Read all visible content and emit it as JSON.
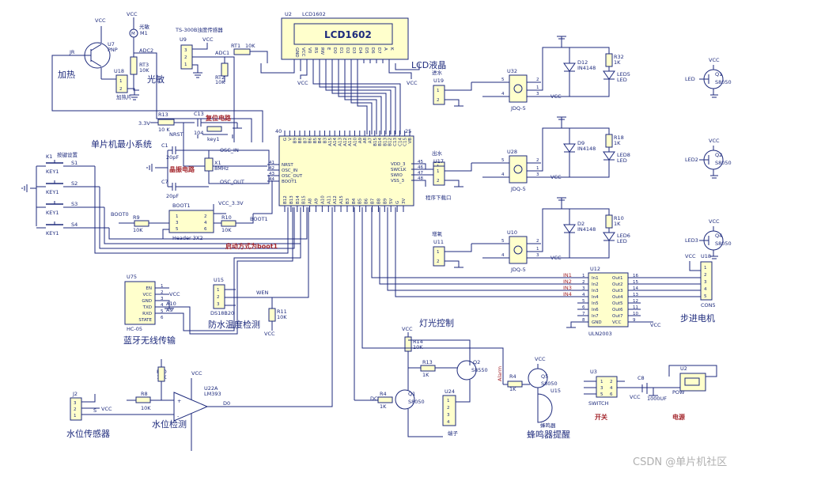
{
  "lcd": {
    "ref": "U2",
    "name": "LCD1602",
    "title": "LCD1602",
    "label": "LCD液晶",
    "pins": [
      "GND",
      "VCC",
      "V0",
      "RS",
      "RW",
      "E",
      "D0",
      "D1",
      "D2",
      "D3",
      "D4",
      "D5",
      "D6",
      "D7",
      "A",
      "K"
    ]
  },
  "heater": {
    "ref": "U7",
    "type": "PNP",
    "label": "加热",
    "jr": "JR",
    "header_ref": "U18",
    "header_name": "加热片"
  },
  "light": {
    "ref": "光敏",
    "motor": "M1",
    "res_ref": "RT3",
    "res_val": "10K",
    "adc": "ADC2",
    "label": "光敏"
  },
  "turbidity": {
    "ref": "U9",
    "title": "TS-300B浊度传感器",
    "adc": "ADC1",
    "r1": "RT1",
    "r1v": "10K",
    "r2": "RT2",
    "r2v": "10K"
  },
  "mcu": {
    "label": "单片机最小系统",
    "left_pins": [
      "NRST",
      "OSC_IN",
      "OSC_OUT",
      "BOOT1"
    ],
    "left_nums": [
      "41",
      "42",
      "43",
      "44"
    ],
    "right_pins": [
      "VDD_3",
      "SWCLK",
      "SWIO",
      "VSS_3"
    ],
    "right_nums": [
      "45",
      "46",
      "47",
      "48"
    ],
    "top_pins": [
      "G",
      "V",
      "B9",
      "B8",
      "B7",
      "B6",
      "B5",
      "B4",
      "B3",
      "A15",
      "A14",
      "A13",
      "A12",
      "A11",
      "A10",
      "A9",
      "A8",
      "A7",
      "B15",
      "B14",
      "B13",
      "B12",
      "C13",
      "C14",
      "C15",
      "VB"
    ],
    "bottom_pins": [
      "B12",
      "B13",
      "B14",
      "B15",
      "A8",
      "A9",
      "A10",
      "A11",
      "A12",
      "A15",
      "B3",
      "B4",
      "B5",
      "B6",
      "B7",
      "B8",
      "B9",
      "5V",
      "G",
      "3V"
    ],
    "nrst": "NRST",
    "osc_in": "OSC_IN",
    "osc_out": "OSC_OUT"
  },
  "reset": {
    "label": "复位电路",
    "r_ref": "R13",
    "r_val": "10 K",
    "c_ref": "C13",
    "c_val": "104",
    "key": "key1",
    "supply": "3.3V"
  },
  "crystal": {
    "label": "晶振电路",
    "ref": "X1",
    "freq": "8MHz",
    "c1": "C1",
    "c1v": "20pF",
    "c2": "C7",
    "c2v": "20pF"
  },
  "keys": {
    "label": "按键设置",
    "k1": "K1",
    "names": [
      "KEY1",
      "KEY1",
      "KEY1",
      "KEY1"
    ],
    "nets": [
      "S1",
      "S2",
      "S3",
      "S4"
    ]
  },
  "boot": {
    "ref": "BOOT1",
    "header": "Header 3X2",
    "r9": "R9",
    "r9v": "10K",
    "r10": "R10",
    "r10v": "10K",
    "boot0": "BOOT0",
    "boot1": "BOOT1",
    "vcc": "VCC_3.3V",
    "label": "启动方式为boot1"
  },
  "bluetooth": {
    "ref": "U75",
    "model": "HC-05",
    "pins": [
      "EN",
      "VCC",
      "GND",
      "TXD",
      "RXD",
      "STATE"
    ],
    "nets": [
      "A10",
      "A9"
    ],
    "label": "蓝牙无线传输"
  },
  "temp": {
    "ref": "U15",
    "model": "DS18B20",
    "r": "R11",
    "rv": "10K",
    "net": "WEN",
    "label": "防水温度检测"
  },
  "water": {
    "ref": "J2",
    "label": "水位传感器",
    "r8": "R8",
    "r8v": "10K",
    "r10": "R10",
    "r10v": "10K",
    "amp": "U22A",
    "amp_model": "LM393",
    "out": "D0",
    "det": "水位检测",
    "net": "S"
  },
  "lighting": {
    "label": "灯光控制",
    "r14": "R14",
    "r14v": "10K",
    "r13": "R13",
    "r13v": "1K",
    "q2": "Q2",
    "q2m": "S8550",
    "q1": "Q1",
    "q1m": "S8050",
    "r4": "R4",
    "r4v": "1K",
    "dc": "DC",
    "u24": "U24",
    "u24n": "端子"
  },
  "buzzer": {
    "label": "蜂鸣器提醒",
    "net": "Alarm",
    "r4": "R4",
    "r4v": "1K",
    "q5": "Q5",
    "q5m": "S8050",
    "u15": "U15",
    "name": "蜂鸣器"
  },
  "relays": [
    {
      "ref": "U32",
      "model": "JDQ-5",
      "conn": "U19",
      "d": "D12",
      "dm": "IN4148",
      "r": "R32",
      "rv": "1K",
      "led": "LED5",
      "q": "Q1",
      "qm": "S8050",
      "qled": "LED",
      "label": "进水"
    },
    {
      "ref": "U28",
      "model": "JDQ-5",
      "conn": "U17",
      "d": "D9",
      "dm": "IN4148",
      "r": "R18",
      "rv": "1K",
      "led": "LED8",
      "q": "Q2",
      "qm": "S8050",
      "qled": "LED2",
      "label": "出水"
    },
    {
      "ref": "U10",
      "model": "JDQ-5",
      "conn": "U11",
      "d": "D2",
      "dm": "IN4148",
      "r": "R10",
      "rv": "1K",
      "led": "LED6",
      "q": "Q4",
      "qm": "S8050",
      "qled": "LED3",
      "label": "增氧"
    }
  ],
  "program": {
    "label": "程序下载口"
  },
  "stepper": {
    "ref": "U12",
    "model": "ULN2003",
    "conn": "U18",
    "conn_model": "CON5",
    "label": "步进电机",
    "ins": [
      "In1",
      "In2",
      "In3",
      "In4",
      "In5",
      "In6",
      "In7",
      "GND"
    ],
    "outs": [
      "Out1",
      "Out2",
      "Out3",
      "Out4",
      "Out5",
      "Out6",
      "Out7",
      "VCC"
    ],
    "nets": [
      "IN1",
      "IN2",
      "IN3",
      "IN4"
    ],
    "lnums": [
      "1",
      "2",
      "3",
      "4",
      "5",
      "6",
      "7",
      "8"
    ],
    "rnums": [
      "16",
      "15",
      "14",
      "13",
      "12",
      "11",
      "10",
      "9"
    ]
  },
  "power": {
    "switch_ref": "U3",
    "switch_name": "SWITCH",
    "switch_label": "开关",
    "cap_ref": "C8",
    "cap_val": "1000UF",
    "jack_ref": "U2",
    "jack_name": "POW",
    "label": "电源"
  },
  "vcc": "VCC",
  "watermark": "CSDN @单片机社区"
}
